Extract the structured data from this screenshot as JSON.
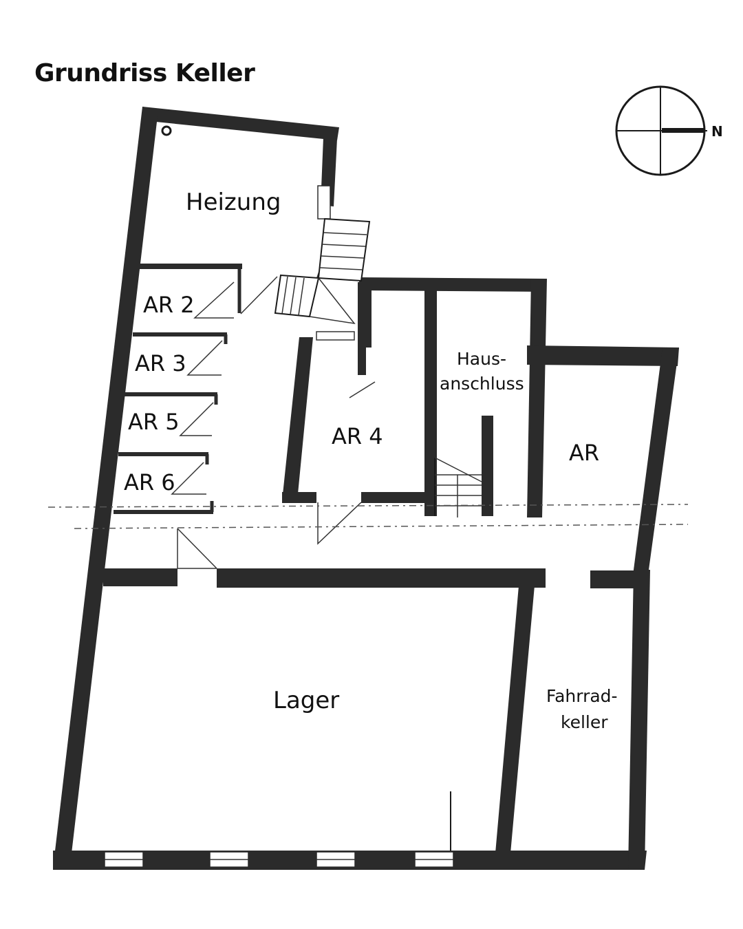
{
  "title": "Grundriss Keller",
  "compass": {
    "north_label": "N",
    "icon": "compass-rose-icon"
  },
  "rooms": {
    "heizung": "Heizung",
    "ar2": "AR 2",
    "ar3": "AR 3",
    "ar5": "AR 5",
    "ar6": "AR 6",
    "ar4": "AR 4",
    "hausanschluss_line1": "Haus-",
    "hausanschluss_line2": "anschluss",
    "ar": "AR",
    "lager": "Lager",
    "fahrradkeller_line1": "Fahrrad-",
    "fahrradkeller_line2": "keller"
  },
  "colors": {
    "wall": "#2b2b2b",
    "background": "#ffffff",
    "text": "#111111"
  }
}
